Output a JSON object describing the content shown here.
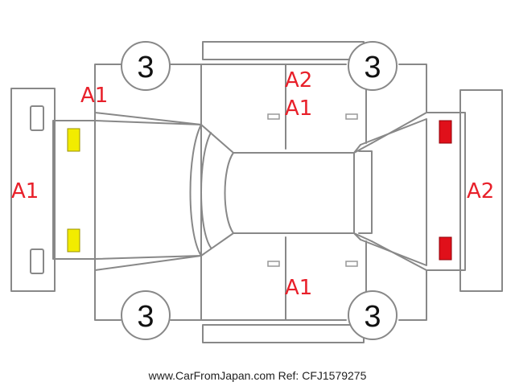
{
  "damage_codes": {
    "front_left_fender": "A1",
    "front_bumper": "A1",
    "roof_upper": "A2",
    "roof_lower": "A1",
    "rear_bumper": "A2",
    "right_side_door": "A1"
  },
  "wheels": {
    "front_left": "3",
    "rear_left": "3",
    "front_right": "3",
    "rear_right": "3"
  },
  "footer": "www.CarFromJapan.com Ref: CFJ1579275",
  "colors": {
    "label": "#e8202a",
    "headlight": "#f2ec00",
    "taillight": "#e0101a",
    "outline": "#888888"
  }
}
